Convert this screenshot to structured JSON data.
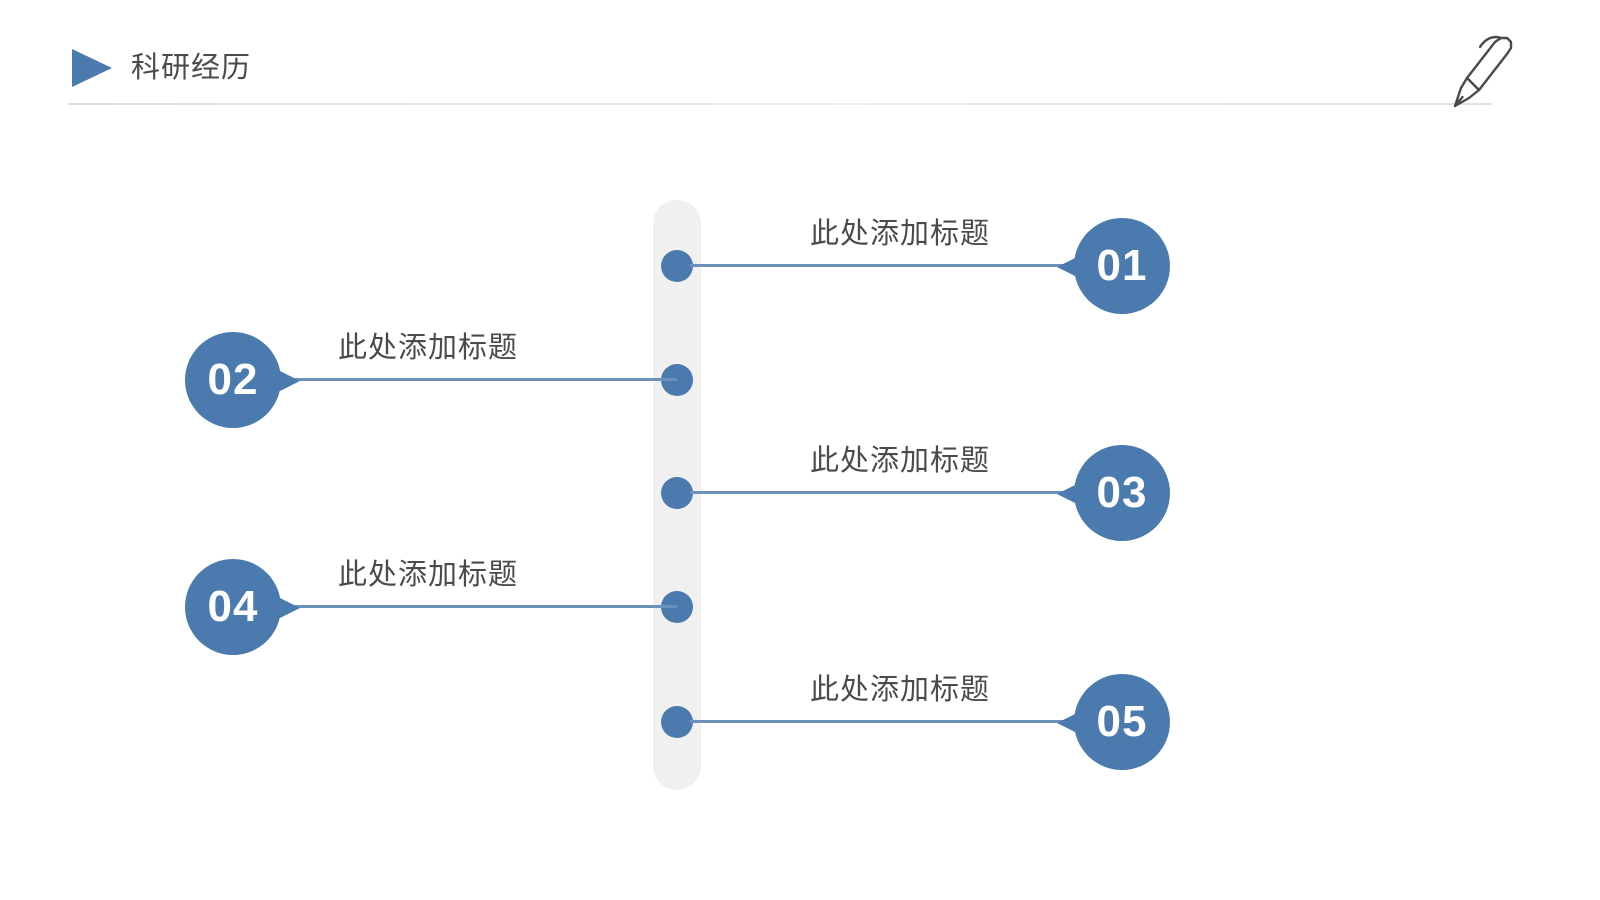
{
  "header": {
    "title": "科研经历",
    "bullet_icon": "play-triangle-icon",
    "pen_icon": "pen-icon"
  },
  "theme": {
    "accent_blue": "#4a7aae",
    "connector_blue": "#6b90ba",
    "spine_gray": "#f0f0f0",
    "text_gray": "#4b4b4b",
    "background": "#ffffff"
  },
  "timeline": {
    "items": [
      {
        "number": "01",
        "label": "此处添加标题",
        "side": "right"
      },
      {
        "number": "02",
        "label": "此处添加标题",
        "side": "left"
      },
      {
        "number": "03",
        "label": "此处添加标题",
        "side": "right"
      },
      {
        "number": "04",
        "label": "此处添加标题",
        "side": "left"
      },
      {
        "number": "05",
        "label": "此处添加标题",
        "side": "right"
      }
    ]
  }
}
